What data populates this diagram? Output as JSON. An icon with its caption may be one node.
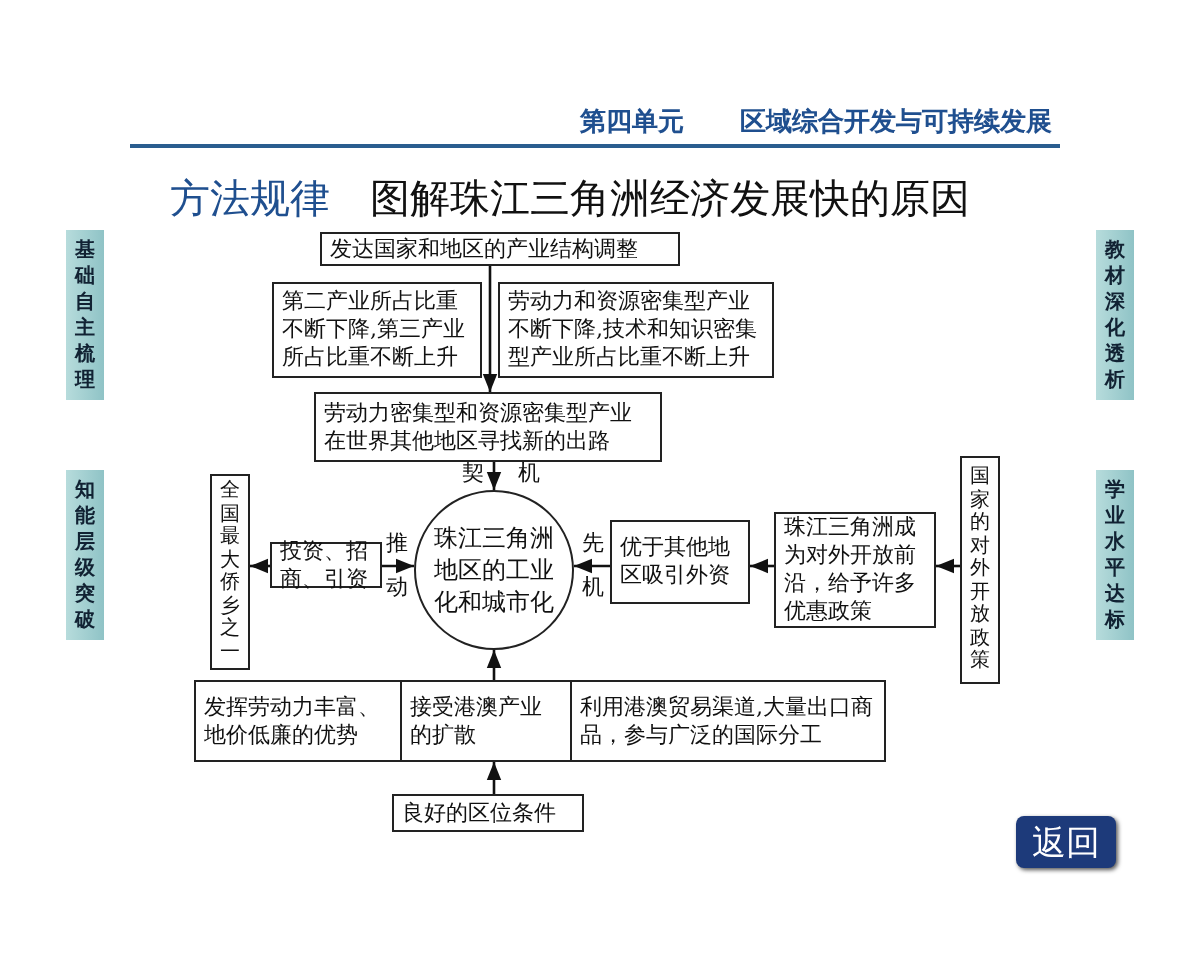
{
  "diagram": {
    "title": "图解珠江三角洲经济发展快的原因",
    "nodes": [
      {
        "text": [
          "发达国家和地区的产业结构调整"
        ]
      },
      {
        "text": [
          "第二产业所占比重不断下降,第三产业所占比重不断上升"
        ]
      },
      {
        "text": [
          "劳动力和资源密集型产业不断下降,技术和知识密集型产业所占比重不断上升"
        ]
      },
      {
        "text": [
          "劳动力密集型和资源密集型产业在世界其他地区寻找新的出路"
        ]
      },
      {
        "text": [
          "珠江三角洲地区的工业化和城市化"
        ]
      },
      {
        "text": [
          "全国最大侨乡之一"
        ]
      },
      {
        "text": [
          "投资、招商、引资"
        ]
      },
      {
        "text": [
          "优于其他地区吸引外资"
        ]
      },
      {
        "text": [
          "珠江三角洲成为对外开放前沿，给予许多优惠政策"
        ]
      },
      {
        "text": [
          "国家的对外开放政策"
        ]
      },
      {
        "text": [
          "发挥劳动力丰富、地价低廉的优势"
        ]
      },
      {
        "text": [
          "接受港澳产业的扩散"
        ]
      },
      {
        "text": [
          "利用港澳贸易渠道,大量出口商品，参与广泛的国际分工"
        ]
      },
      {
        "text": [
          "良好的区位条件"
        ]
      },
      {
        "text": [
          "基础自主梳理"
        ]
      },
      {
        "text": [
          "知能层级突破"
        ]
      },
      {
        "text": [
          "教材深化透析"
        ]
      },
      {
        "text": [
          "学业水平达标"
        ]
      }
    ],
    "edges": [
      {
        "from": 0,
        "to": 3,
        "arrow": "to"
      },
      {
        "from": 3,
        "to": 4,
        "arrow": "to",
        "label": "契机"
      },
      {
        "from": 6,
        "to": 5,
        "arrow": "to"
      },
      {
        "from": 6,
        "to": 4,
        "arrow": "to",
        "label": "推动"
      },
      {
        "from": 7,
        "to": 4,
        "arrow": "to",
        "label": "先机"
      },
      {
        "from": 8,
        "to": 7,
        "arrow": "to"
      },
      {
        "from": 9,
        "to": 8,
        "arrow": "to"
      },
      {
        "from": 11,
        "to": 4,
        "arrow": "to"
      },
      {
        "from": 13,
        "to": 11,
        "arrow": "to"
      }
    ],
    "labels": [
      "第四单元",
      "区域综合开发与可持续发展",
      "方法规律",
      "返回"
    ]
  }
}
